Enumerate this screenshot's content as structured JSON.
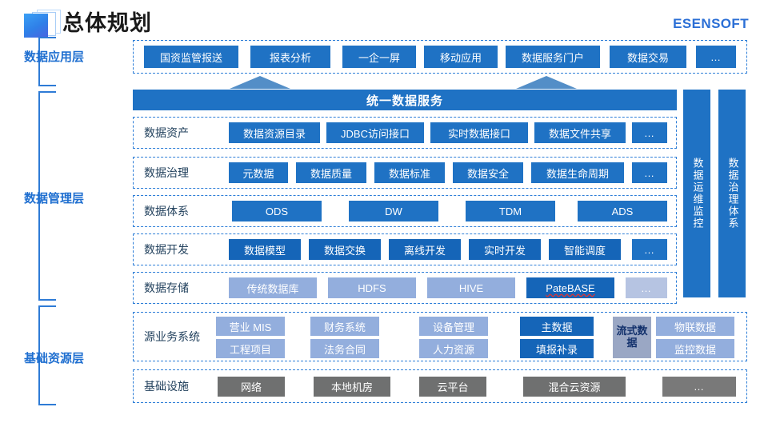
{
  "header": {
    "title": "总体规划",
    "brand": "ESENSOFT",
    "logo_icon": "stacked-squares-logo"
  },
  "layers": [
    {
      "name": "数据应用层"
    },
    {
      "name": "数据管理层"
    },
    {
      "name": "基础资源层"
    }
  ],
  "app_layer": {
    "items": [
      "国资监管报送",
      "报表分析",
      "一企一屏",
      "移动应用",
      "数据服务门户",
      "数据交易",
      "…"
    ]
  },
  "service_banner": {
    "label": "统一数据服务"
  },
  "side_bars": [
    {
      "label": "数据运维监控"
    },
    {
      "label": "数据治理体系"
    }
  ],
  "management_rows": [
    {
      "label": "数据资产",
      "items": [
        "数据资源目录",
        "JDBC访问接口",
        "实时数据接口",
        "数据文件共享",
        "…"
      ]
    },
    {
      "label": "数据治理",
      "items": [
        "元数据",
        "数据质量",
        "数据标准",
        "数据安全",
        "数据生命周期",
        "…"
      ]
    },
    {
      "label": "数据体系",
      "items": [
        "ODS",
        "DW",
        "TDM",
        "ADS"
      ]
    },
    {
      "label": "数据开发",
      "items": [
        "数据模型",
        "数据交换",
        "离线开发",
        "实时开发",
        "智能调度",
        "…"
      ]
    },
    {
      "label": "数据存储",
      "items": [
        "传统数据库",
        "HDFS",
        "HIVE",
        "PateBASE",
        "…"
      ]
    }
  ],
  "source_systems": {
    "label": "源业务系统",
    "row_top": [
      "营业 MIS",
      "财务系统",
      "设备管理",
      "主数据"
    ],
    "row_bottom": [
      "工程项目",
      "法务合同",
      "人力资源",
      "填报补录"
    ],
    "stream": "流式数据",
    "extra_top": "物联数据",
    "extra_bottom": "监控数据"
  },
  "infrastructure": {
    "label": "基础设施",
    "items": [
      "网络",
      "本地机房",
      "云平台",
      "混合云资源",
      "…"
    ]
  },
  "colors": {
    "accent_blue": "#1f72c4",
    "dark_blue": "#1565b8",
    "light_blue": "#93aedd",
    "grey": "#6f7070",
    "grey_blue": "#9aa7c4",
    "brand_blue": "#2b6fd6",
    "label_blue": "#1f6fd0"
  }
}
